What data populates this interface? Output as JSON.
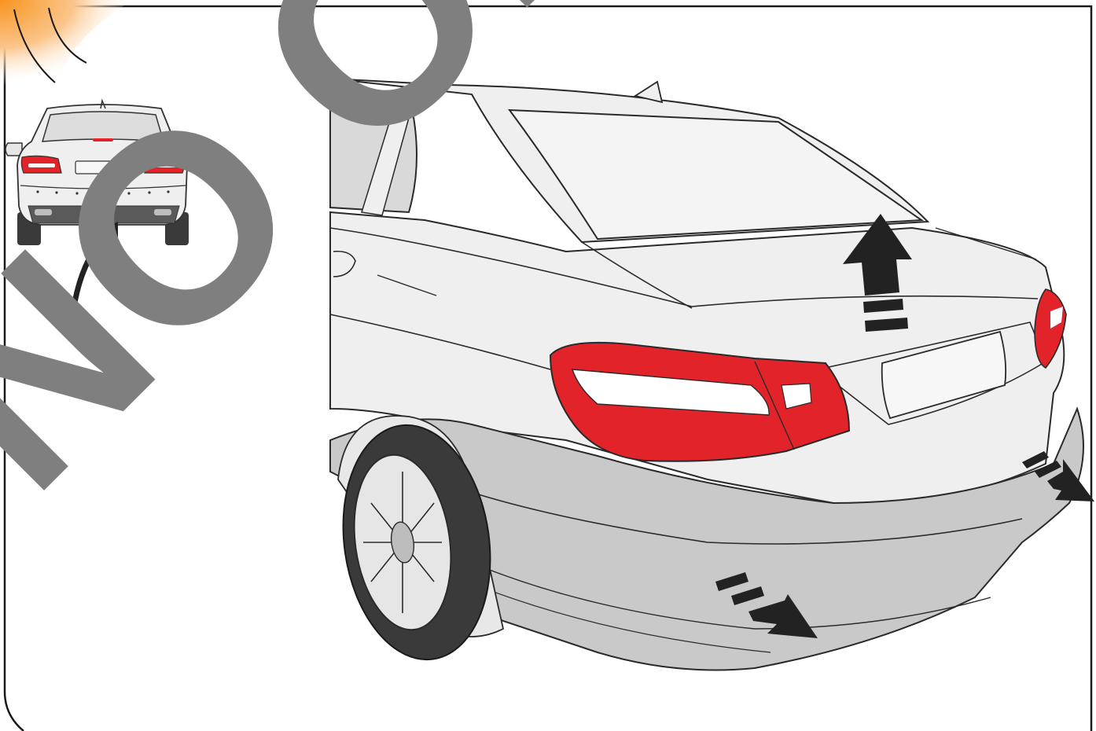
{
  "diagram": {
    "kind": "instruction-illustration",
    "subject": "car-rear-bumper-disassembly",
    "watermark": {
      "text": "NO OR",
      "color": "#7f7f7f"
    },
    "callouts": [
      {
        "name": "inset-pointer-arrow",
        "icon": "curved-arrow-icon"
      },
      {
        "name": "lift-trunk-lid-arrow",
        "icon": "up-arrow-icon"
      },
      {
        "name": "pull-bumper-right-arrow",
        "icon": "diagonal-arrow-icon"
      },
      {
        "name": "pull-bumper-center-arrow",
        "icon": "diagonal-arrow-icon"
      }
    ],
    "colors": {
      "frame": "#1a1a1a",
      "body": "#efefef",
      "bumper_highlight": "#c9c9c9",
      "tail_light": "#e2232a",
      "tail_light_trim": "#ffffff",
      "window": "#f4f4f4",
      "tire": "#3a3a3a",
      "arrow": "#222222",
      "corner_accent": "#f7941d"
    }
  }
}
